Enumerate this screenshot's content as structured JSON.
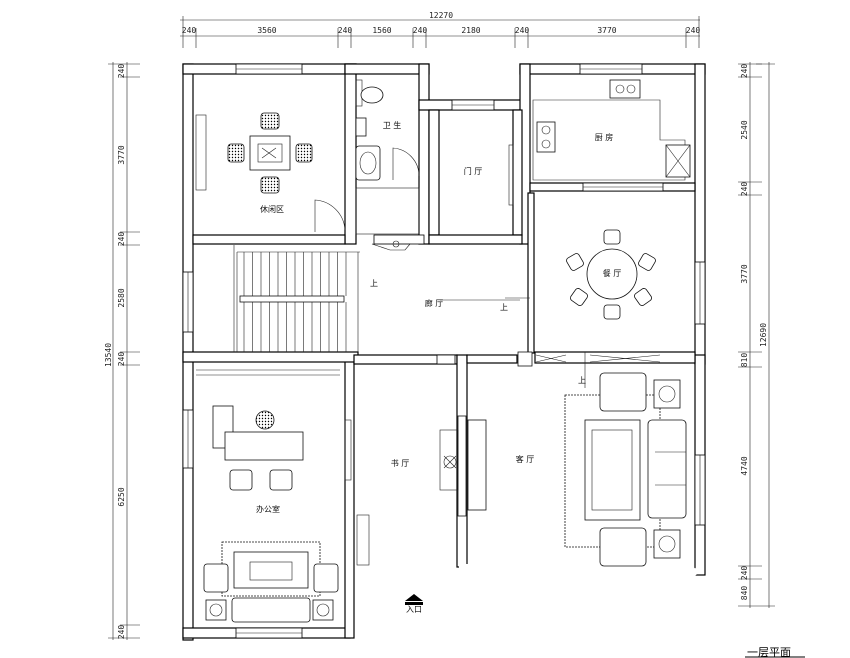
{
  "dimensions": {
    "top_total": "12270",
    "top_segments": [
      "240",
      "3560",
      "240",
      "1560",
      "240",
      "2180",
      "240",
      "3770",
      "240"
    ],
    "left_total": "13540",
    "left_segments": [
      "240",
      "3770",
      "240",
      "2580",
      "240",
      "6250",
      "240"
    ],
    "right_total": "12690",
    "right_segments": [
      "240",
      "2540",
      "240",
      "3770",
      "810",
      "4740",
      "240",
      "840"
    ]
  },
  "rooms": {
    "entertainment": "休闲区",
    "bathroom": "卫 生",
    "hall": "门 厅",
    "kitchen": "厨 房",
    "dining": "餐 厅",
    "corridor": "廊 厅",
    "office": "办公室",
    "study": "书 厅",
    "living": "客 厅"
  },
  "marks": {
    "stair_up_1": "上",
    "stair_up_2": "上",
    "stair_up_3": "上",
    "entrance": "入口"
  },
  "title": "一层平面"
}
